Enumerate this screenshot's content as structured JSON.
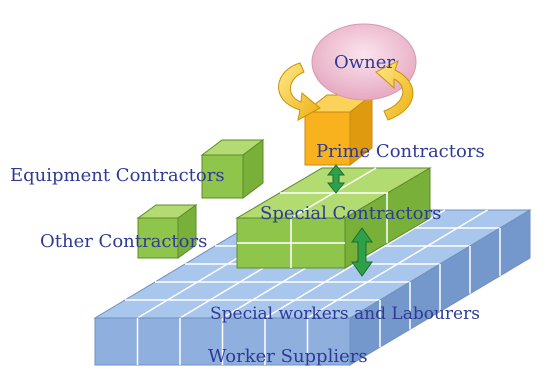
{
  "diagram": {
    "owner": "Owner",
    "prime_contractors": "Prime Contractors",
    "equipment_contractors": "Equipment Contractors",
    "special_contractors": "Special Contractors",
    "other_contractors": "Other Contractors",
    "special_workers": "Special workers and Labourers",
    "worker_suppliers": "Worker Suppliers"
  },
  "colors": {
    "owner_fill": "#e9b3c8",
    "cycle_arrow": "#f2bf1a",
    "prime_cube": "#f7b21e",
    "green_cube": "#93c94a",
    "blue_cube": "#94b7e3",
    "connector_arrow": "#2fa04a",
    "label_text": "#2e3a94"
  },
  "icons": [
    "cycle-arrow-left-icon",
    "cycle-arrow-right-icon",
    "double-arrow-icon"
  ]
}
